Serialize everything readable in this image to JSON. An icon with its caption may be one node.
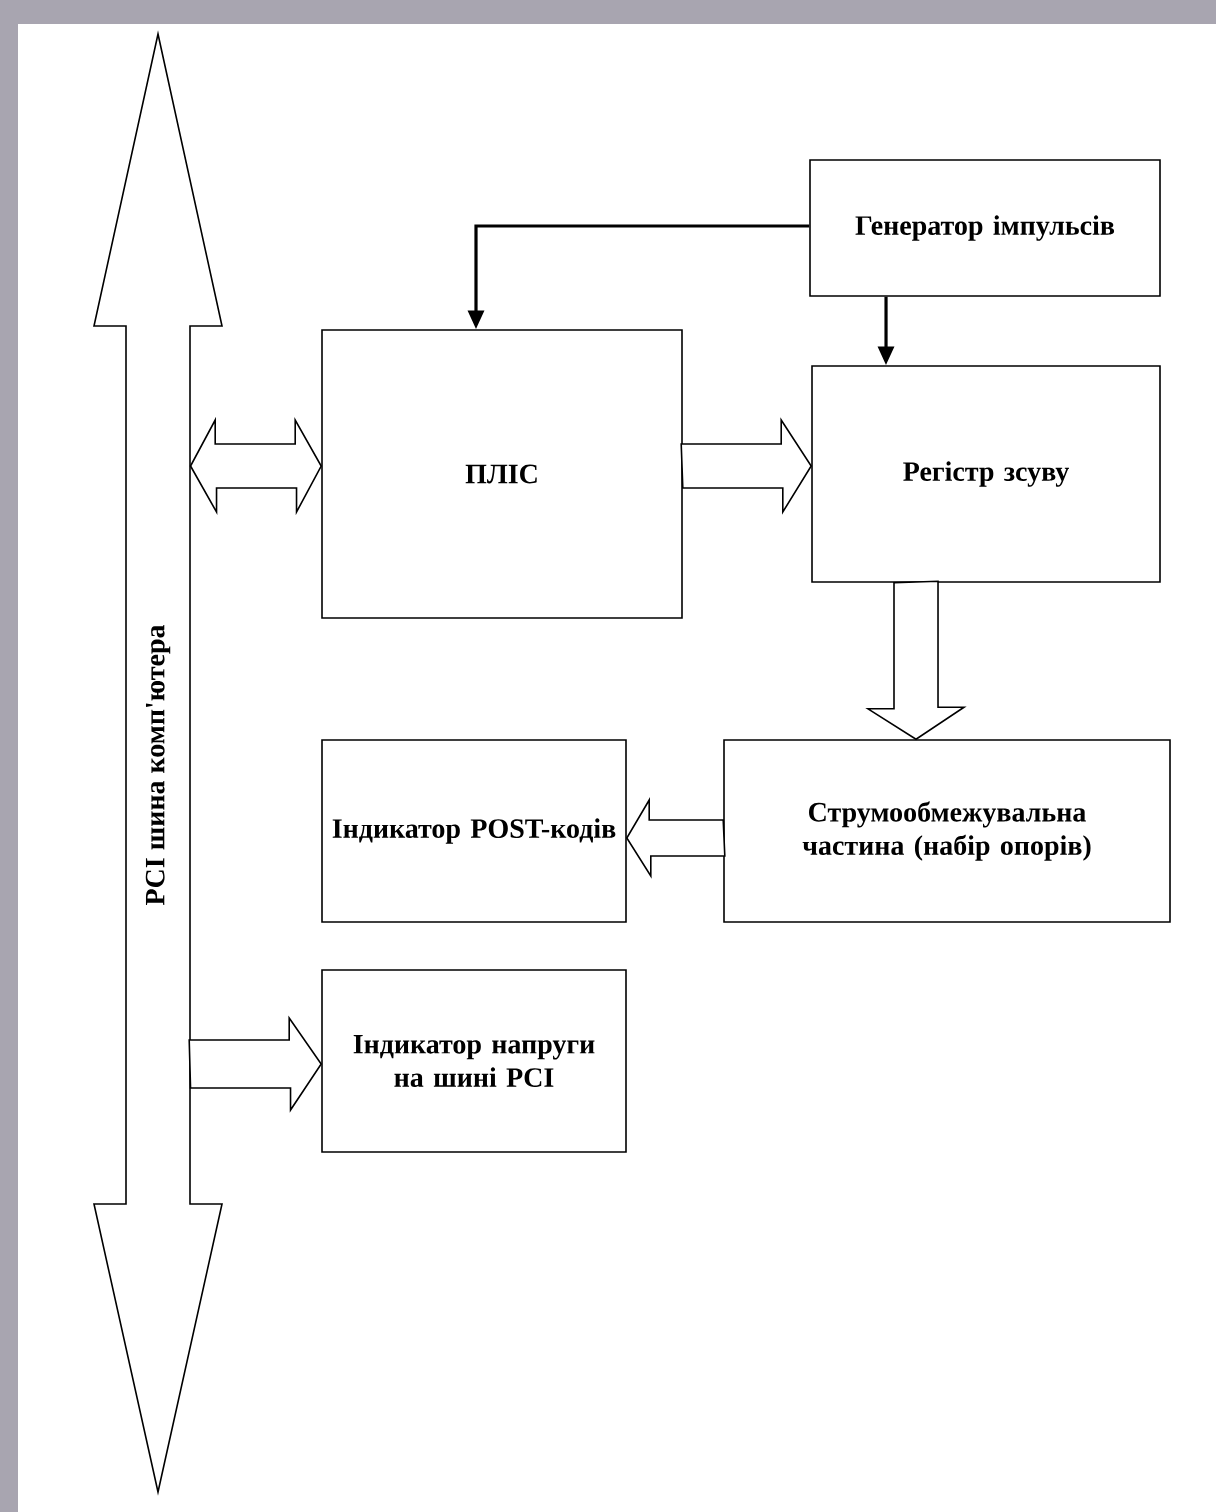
{
  "diagram": {
    "nodes": [
      {
        "text": [
          "PCI шина комп'ютера"
        ]
      },
      {
        "text": [
          "Генератор імпульсів"
        ]
      },
      {
        "text": [
          "ПЛІС"
        ]
      },
      {
        "text": [
          "Регістр зсуву"
        ]
      },
      {
        "text": [
          "Індикатор POST-кодів"
        ]
      },
      {
        "text": [
          "Струмообмежувальна частина (набір опорів)"
        ]
      },
      {
        "text": [
          "Індикатор напруги на шині PCI"
        ]
      }
    ],
    "edges": [
      {
        "from": 1,
        "to": 2,
        "arrow": "to"
      },
      {
        "from": 1,
        "to": 3,
        "arrow": "to"
      },
      {
        "from": 0,
        "to": 2,
        "arrow": "both",
        "style": "thick"
      },
      {
        "from": 2,
        "to": 3,
        "arrow": "to",
        "style": "thick"
      },
      {
        "from": 3,
        "to": 5,
        "arrow": "to",
        "style": "thick"
      },
      {
        "from": 5,
        "to": 4,
        "arrow": "to",
        "style": "thick"
      },
      {
        "from": 0,
        "to": 6,
        "arrow": "to",
        "style": "thick"
      }
    ]
  }
}
